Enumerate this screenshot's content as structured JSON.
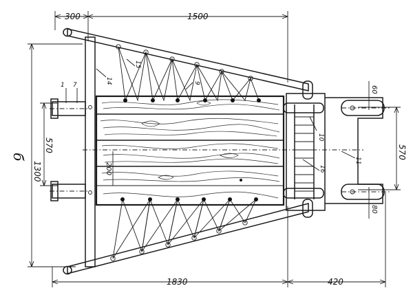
{
  "view_label": "б",
  "dimensions": {
    "top_left": "300",
    "top_main": "1500",
    "left_outer": "1300",
    "left_inner": "570",
    "inner_offset": "200",
    "right_inner": "570",
    "right_top": "60",
    "right_bottom": "80",
    "bottom_main": "1830",
    "bottom_right": "420"
  },
  "part_labels": {
    "p1": "1",
    "p7": "7",
    "p14": "14",
    "p15": "15",
    "p9": "9",
    "p10": "10",
    "p16": "16",
    "p11": "11"
  }
}
